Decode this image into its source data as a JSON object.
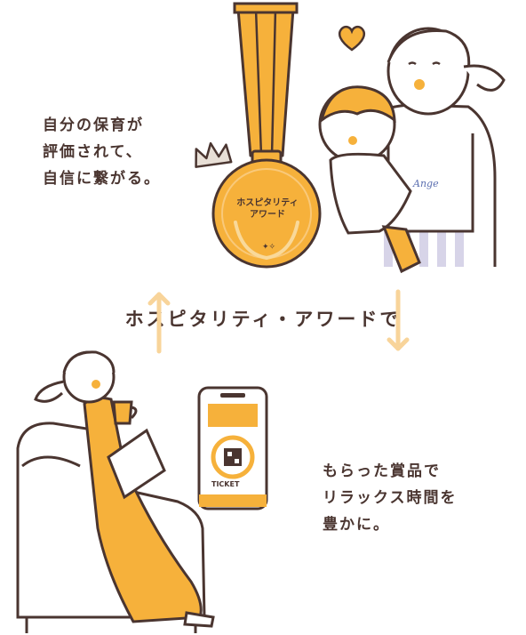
{
  "top_caption": [
    "自分の保育が",
    "評価されて、",
    "自信に繋がる。"
  ],
  "center_title": "ホスピタリティ・アワードで",
  "bottom_caption": [
    "もらった賞品で",
    "リラックス時間を",
    "豊かに。"
  ],
  "medal": {
    "line1": "ホスピタリティ",
    "line2": "アワード"
  },
  "apron_logo": "Ange",
  "phone_ticket": "TICKET",
  "colors": {
    "accent": "#f6b13b",
    "outline": "#4a3530",
    "arrow": "#f8d49a",
    "stripe": "#d7d4e8"
  }
}
